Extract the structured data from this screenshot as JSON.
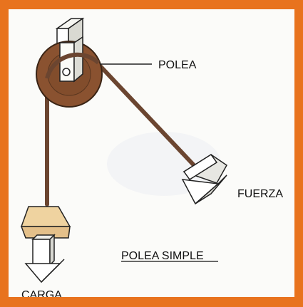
{
  "labels": {
    "pulley": "POLEA",
    "force": "FUERZA",
    "load": "CARGA",
    "title": "POLEA SIMPLE"
  },
  "colors": {
    "frame": "#e8731e",
    "wheel": "#8a5230",
    "rope": "#6b4530",
    "weight": "#efd3a0",
    "arrow_fill": "#ffffff",
    "line": "#222222"
  }
}
